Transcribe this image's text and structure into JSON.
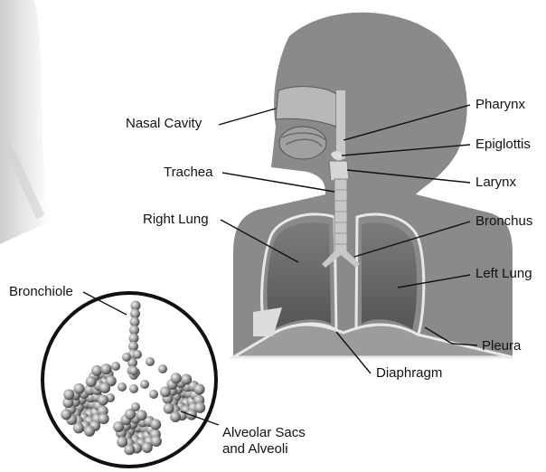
{
  "labels": {
    "nasal_cavity": "Nasal Cavity",
    "trachea": "Trachea",
    "right_lung": "Right Lung",
    "bronchiole": "Bronchiole",
    "pharynx": "Pharynx",
    "epiglottis": "Epiglottis",
    "larynx": "Larynx",
    "bronchus": "Bronchus",
    "left_lung": "Left Lung",
    "pleura": "Pleura",
    "diaphragm": "Diaphragm",
    "alveolar_line1": "Alveolar Sacs",
    "alveolar_line2": "and Alveoli"
  },
  "colors": {
    "silhouette": "#8a8a8a",
    "lung_fill": "#6e6e6e",
    "lung_outline": "#e8e8e8",
    "airway": "#c8c8c8",
    "alveoli": "#9a9a9a",
    "text": "#111111",
    "leader_line": "#111111"
  }
}
